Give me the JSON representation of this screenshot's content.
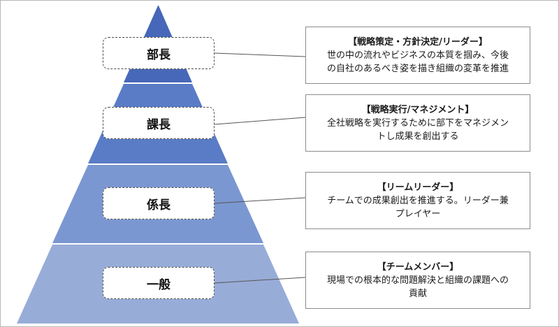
{
  "levels": [
    {
      "label": "部長",
      "title": "【戦略策定・方針決定/リーダー】",
      "body": [
        "世の中の流れやビジネスの本質を掴み、今後",
        "の自社のあるべき姿を描き組織の変革を推進"
      ]
    },
    {
      "label": "課長",
      "title": "【戦略実行/マネジメント】",
      "body": [
        "全社戦略を実行するために部下をマネジメン",
        "トし成果を創出する"
      ]
    },
    {
      "label": "係長",
      "title": "【リームリーダー】",
      "body": [
        "チームでの成果創出を推進する。リーダー兼",
        "プレイヤー"
      ]
    },
    {
      "label": "一般",
      "title": "【チームメンバー】",
      "body": [
        "現場での根本的な問題解決と組織の課題への",
        "貢献"
      ]
    }
  ],
  "colors": {
    "tier1": "#4768b8",
    "tier2": "#5a7cc6",
    "tier3": "#7b97d1",
    "tier4": "#98acd8",
    "connector": "#555555"
  }
}
